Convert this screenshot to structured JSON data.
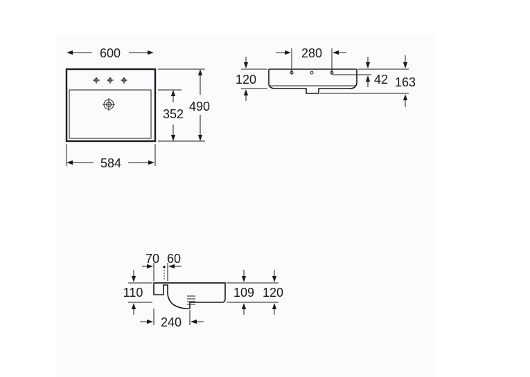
{
  "diagram": {
    "top_view": {
      "width_top": "600",
      "width_bottom": "584",
      "inner_depth": "352",
      "outer_depth": "490"
    },
    "front_view": {
      "tap_spacing": "280",
      "height_left": "120",
      "height_right_inner": "42",
      "height_right_outer": "163"
    },
    "side_view": {
      "offset_a": "70",
      "offset_b": "60",
      "height_left": "110",
      "depth_bottom": "240",
      "height_right_inner": "109",
      "height_right_outer": "120"
    }
  }
}
